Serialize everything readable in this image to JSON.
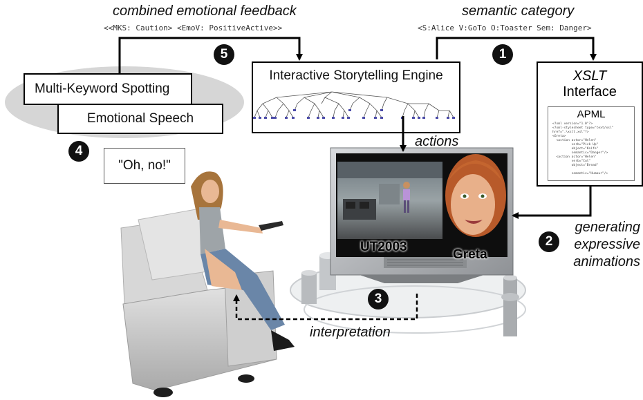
{
  "top_labels": {
    "feedback_title": "combined emotional feedback",
    "feedback_code": "<<MKS: Caution> <EmoV: PositiveActive>>",
    "category_title": "semantic category",
    "category_code": "<S:Alice V:GoTo O:Toaster Sem: Danger>"
  },
  "modules": {
    "mks": "Multi-Keyword Spotting",
    "emotional_speech": "Emotional Speech",
    "engine": "Interactive Storytelling Engine",
    "xslt_line1": "XSLT",
    "xslt_line2": "Interface",
    "apml_title": "APML",
    "apml_code": "<?xml version=\"1.0\"?>\n<?xml-stylesheet type=\"text/xsl\"\nhref=\".\\xslt.xsl\"?>\n<Greta>\n  <action actor=\"Helen\"\n          verb=\"Pick Up\"\n          object=\"Knife\"\n          semantic=\"Danger\"/>\n  <action actor=\"Helen\"\n          verb=\"Cut\"\n          object=\"Bread\"\n\n          semantic=\"Humour\"/>"
  },
  "steps": [
    "1",
    "2",
    "3",
    "4",
    "5"
  ],
  "labels": {
    "actions": "actions",
    "generating_1": "generating",
    "generating_2": "expressive",
    "generating_3": "animations",
    "interpretation": "interpretation",
    "speech": "\"Oh, no!\"",
    "ut2003": "UT2003",
    "greta": "Greta"
  },
  "colors": {
    "ellipse": "#d6d6d6",
    "node_blue": "#4a4aa8",
    "tv_frame": "#b9bcc0",
    "screen": "#0e0e0e"
  }
}
